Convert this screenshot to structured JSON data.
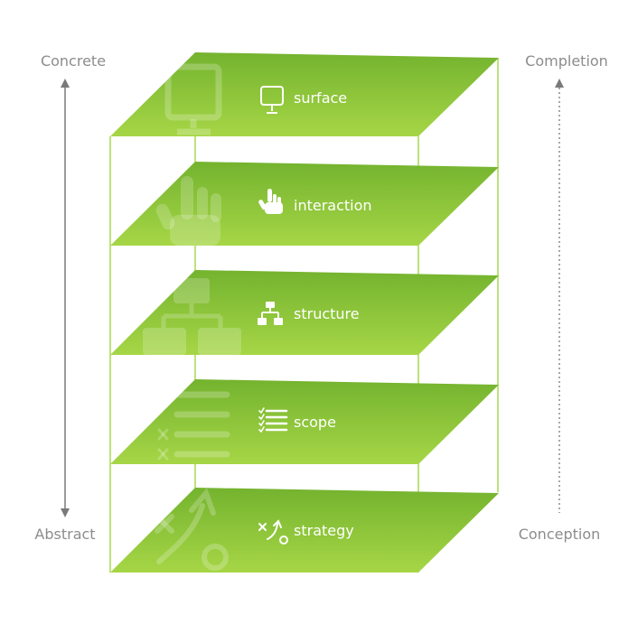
{
  "labels": {
    "left_top": "Concrete",
    "left_bottom": "Abstract",
    "right_top": "Completion",
    "right_bottom": "Conception"
  },
  "colors": {
    "plane_dark": "#74b32f",
    "plane_light": "#a6d646",
    "frame_line": "#a9d84f",
    "side_text": "#8c8c8c",
    "arrow_line": "#7a7a7a"
  },
  "layers": [
    {
      "id": "surface",
      "label": "surface",
      "icon": "monitor-icon"
    },
    {
      "id": "interaction",
      "label": "interaction",
      "icon": "pointing-hand-icon"
    },
    {
      "id": "structure",
      "label": "structure",
      "icon": "hierarchy-icon"
    },
    {
      "id": "scope",
      "label": "scope",
      "icon": "checklist-icon"
    },
    {
      "id": "strategy",
      "label": "strategy",
      "icon": "strategy-play-icon"
    }
  ]
}
